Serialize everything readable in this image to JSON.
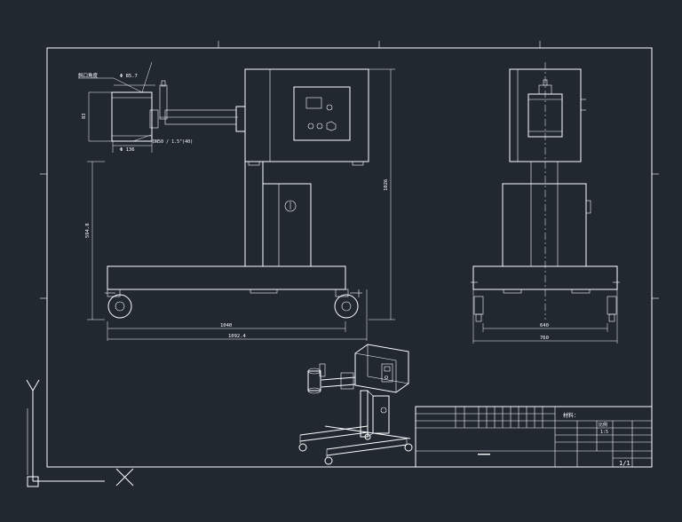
{
  "drawing": {
    "front_view": {
      "dim_top_callout": "Φ 85.7",
      "dim_left_callout": "斜口角度",
      "dim_clamp_height": "83",
      "dim_clamp_width": "Φ 136",
      "dim_pipe_note": "DN50 / 1.5\"(40)",
      "dim_overall_height": "1026",
      "dim_base_height": "594.8",
      "dim_wheelbase": "1040",
      "dim_total_width": "1092.4"
    },
    "side_view": {
      "dim_base_inner": "640",
      "dim_base_outer": "760"
    },
    "title_block": {
      "label_material": "材料：",
      "label_scale_header": "比例",
      "label_scale": "1:5",
      "page_label": "1/1"
    }
  }
}
